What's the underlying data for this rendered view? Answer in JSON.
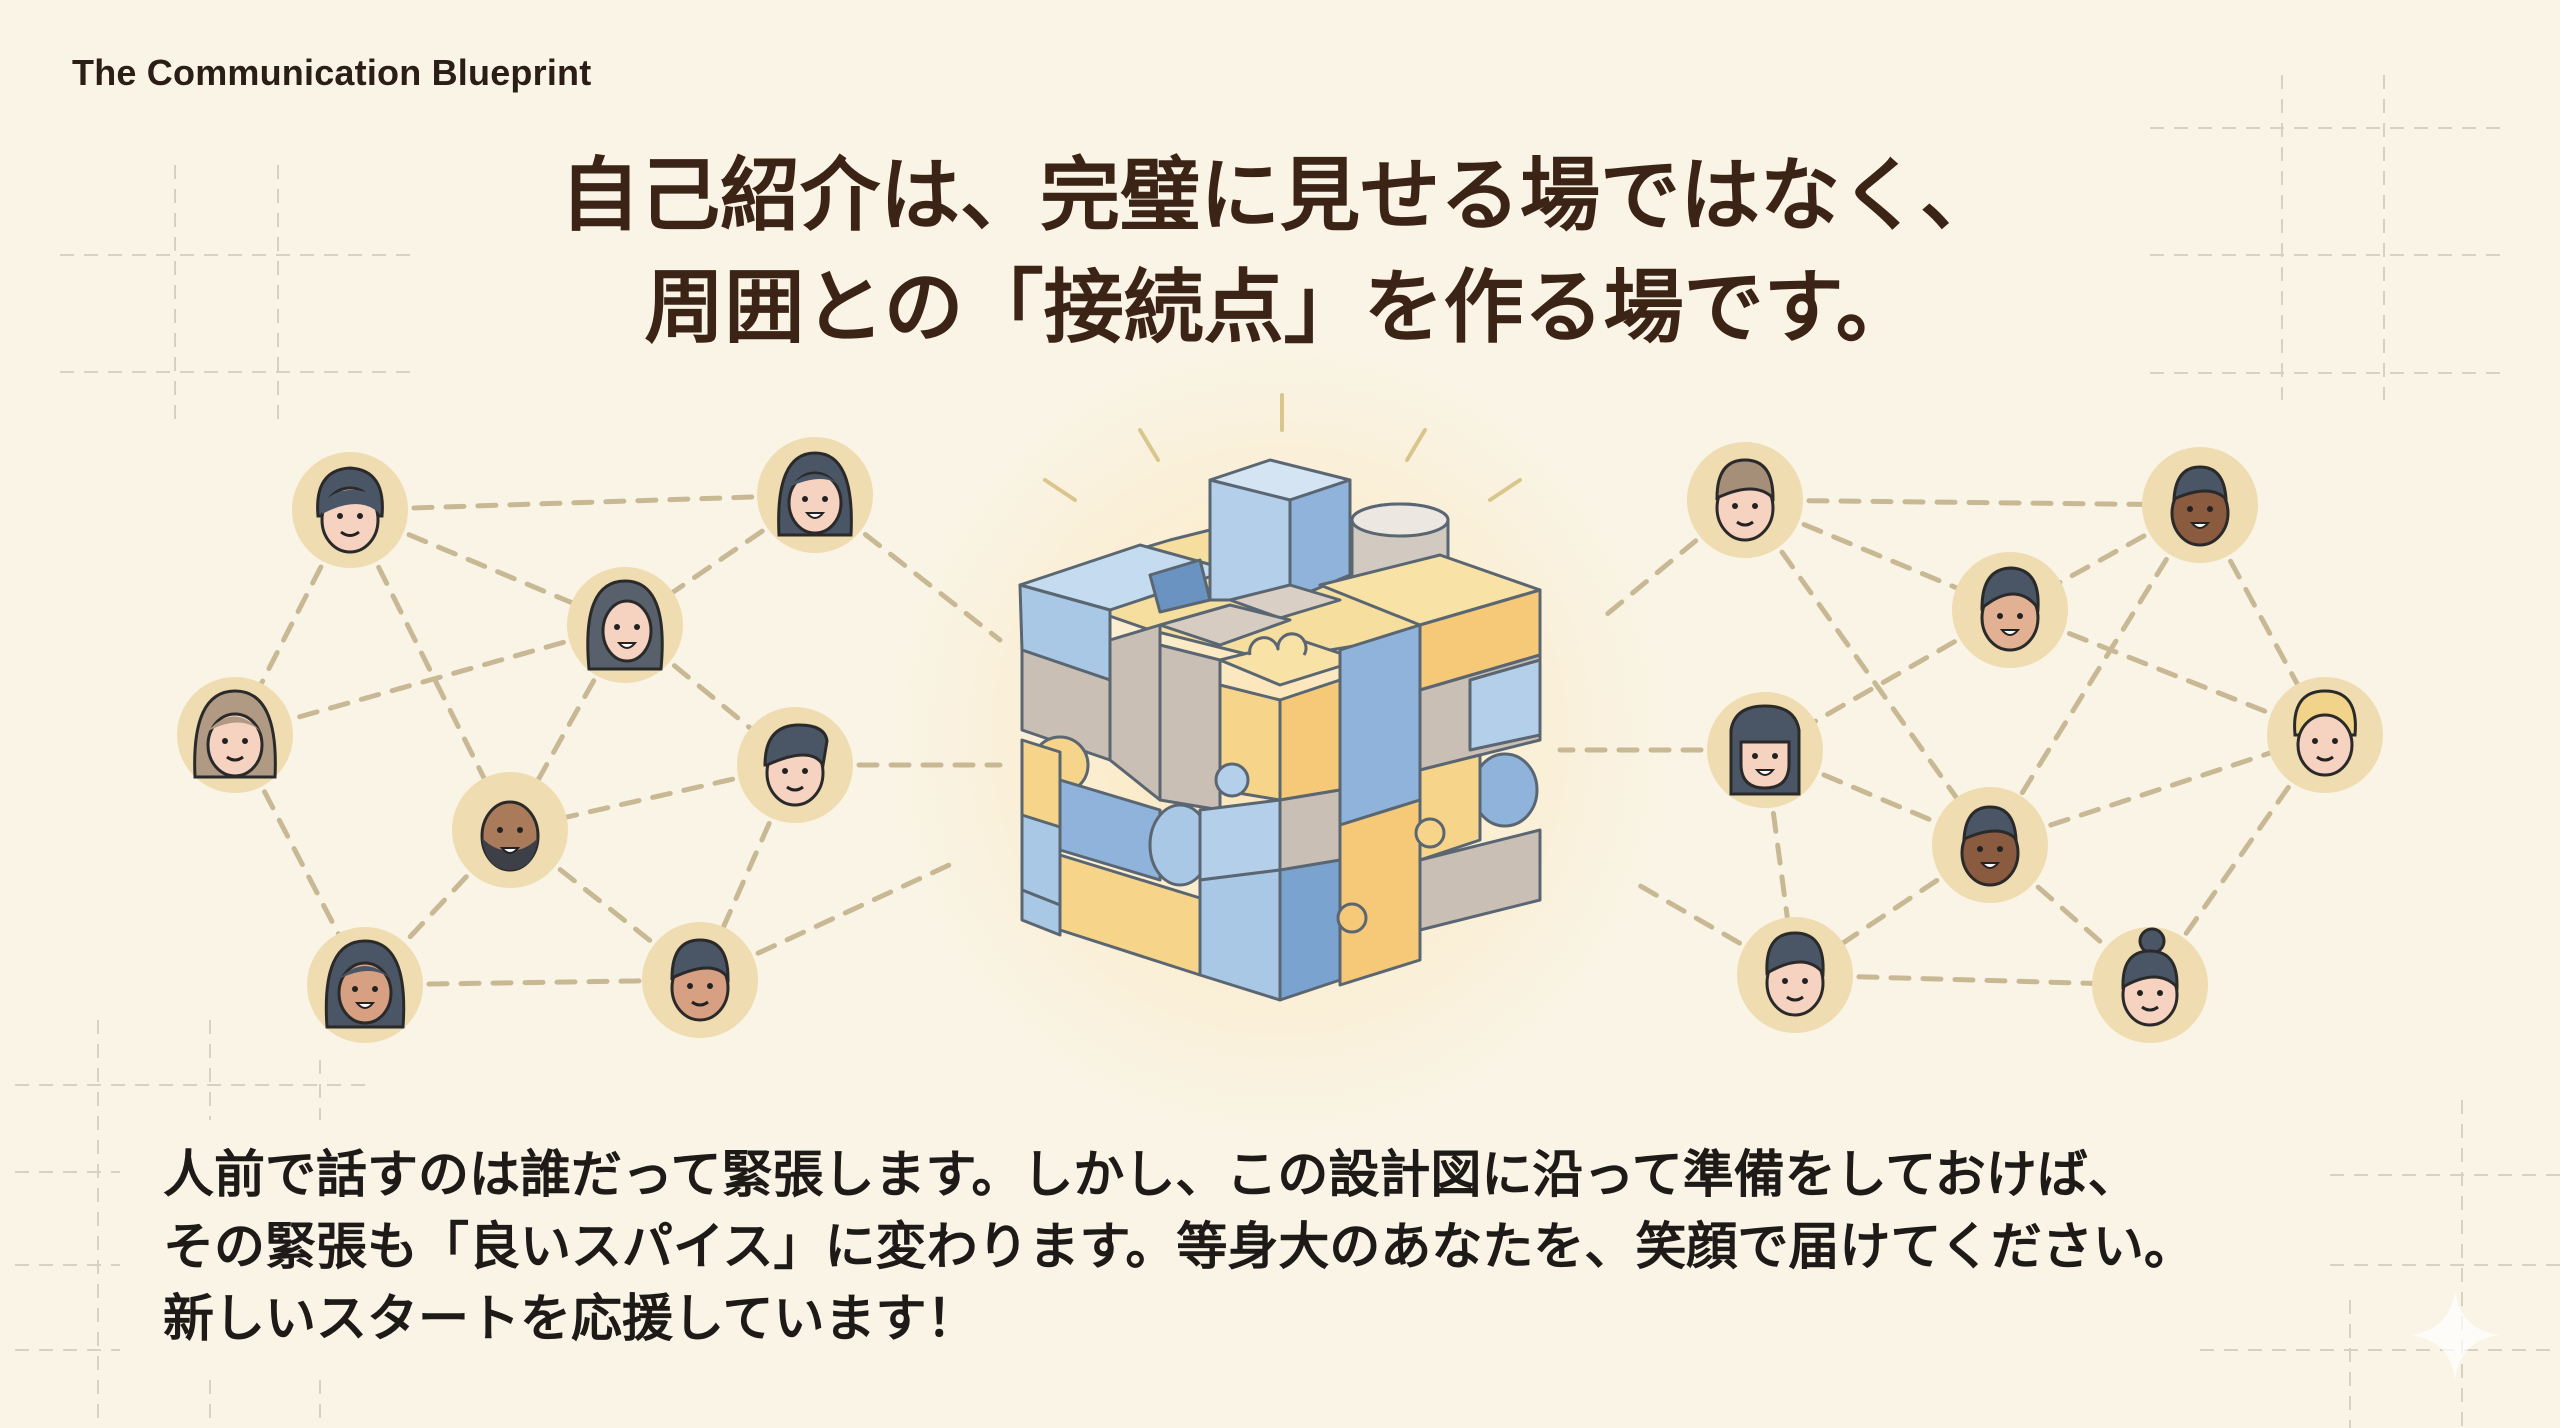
{
  "header": {
    "eyebrow": "The Communication Blueprint"
  },
  "headline": {
    "lines": [
      "自己紹介は、完璧に見せる場ではなく、",
      "周囲との「接続点」を作る場です。"
    ]
  },
  "illustration": {
    "center_icon": "puzzle-cube-icon",
    "left_network_icon": "people-network-icon",
    "right_network_icon": "people-network-icon",
    "colors": {
      "blue": "#a9c8e6",
      "yellow": "#f6d58a",
      "gray": "#c9bfb4",
      "node_ring": "#efdcb0",
      "dash": "#c8b994",
      "hair_dark": "#4a5566",
      "skin_light": "#f6d2c0"
    }
  },
  "body": {
    "lines": [
      "人前で話すのは誰だって緊張します。しかし、この設計図に沿って準備をしておけば、",
      "その緊張も「良いスパイス」に変わります。等身大のあなたを、笑顔で届けてください。",
      "新しいスタートを応援しています！"
    ]
  },
  "decor": {
    "sparkle_icon": "sparkle-icon",
    "background": "#f9f4e6",
    "text_color": "#1d1a18",
    "headline_color": "#3b2416"
  }
}
